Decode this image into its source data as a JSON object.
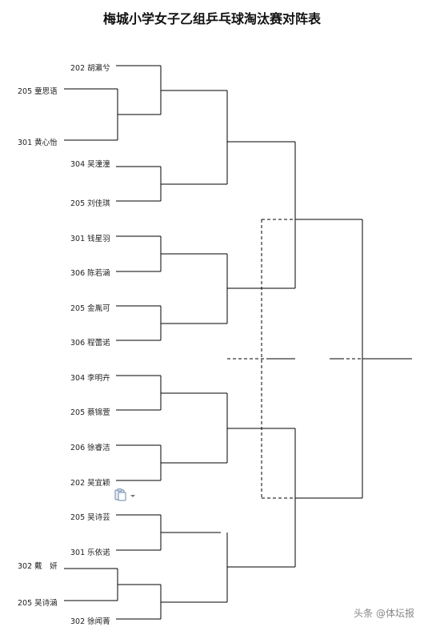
{
  "title": "梅城小学女子乙组乒乓球淘汰赛对阵表",
  "players": [
    {
      "label": "202 胡瀛兮"
    },
    {
      "label": "205 童思语"
    },
    {
      "label": "301 黄心怡"
    },
    {
      "label": "304 吴潼潼"
    },
    {
      "label": "205 刘佳琪"
    },
    {
      "label": "301 钱星羽"
    },
    {
      "label": "306 陈若涵"
    },
    {
      "label": "205 金胤可"
    },
    {
      "label": "306 程蕾诺"
    },
    {
      "label": "304 李明卉"
    },
    {
      "label": "205 蔡锦萱"
    },
    {
      "label": "206 徐睿洁"
    },
    {
      "label": "202 吴宜颖"
    },
    {
      "label": "205 吴诗芸"
    },
    {
      "label": "301 乐依诺"
    },
    {
      "label": "302 戴　妍"
    },
    {
      "label": "205 吴诗涵"
    },
    {
      "label": "302 徐闻菁"
    }
  ],
  "watermark": "头条 @体坛报",
  "icons": {
    "paste": "paste-options-icon"
  }
}
